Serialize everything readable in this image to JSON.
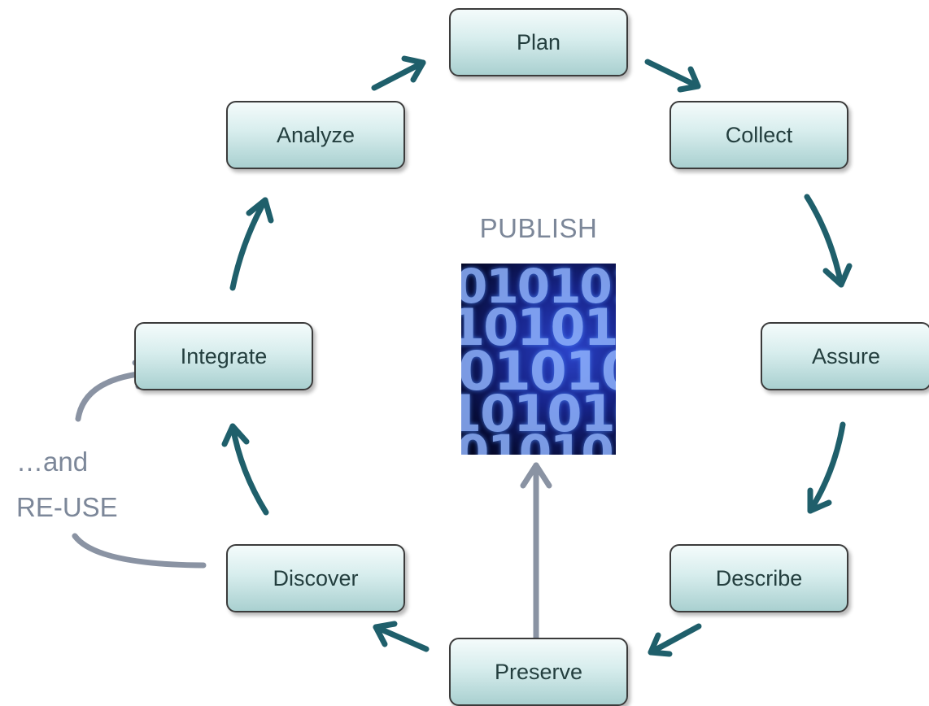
{
  "stages": {
    "plan": "Plan",
    "collect": "Collect",
    "assure": "Assure",
    "describe": "Describe",
    "preserve": "Preserve",
    "discover": "Discover",
    "integrate": "Integrate",
    "analyze": "Analyze"
  },
  "center": {
    "label": "PUBLISH"
  },
  "side": {
    "line1": "…and",
    "line2": "RE-USE"
  },
  "colors": {
    "cycle_arrow": "#1f5f6b",
    "gray_arrow": "#8a93a3",
    "label_gray": "#7c8799"
  }
}
